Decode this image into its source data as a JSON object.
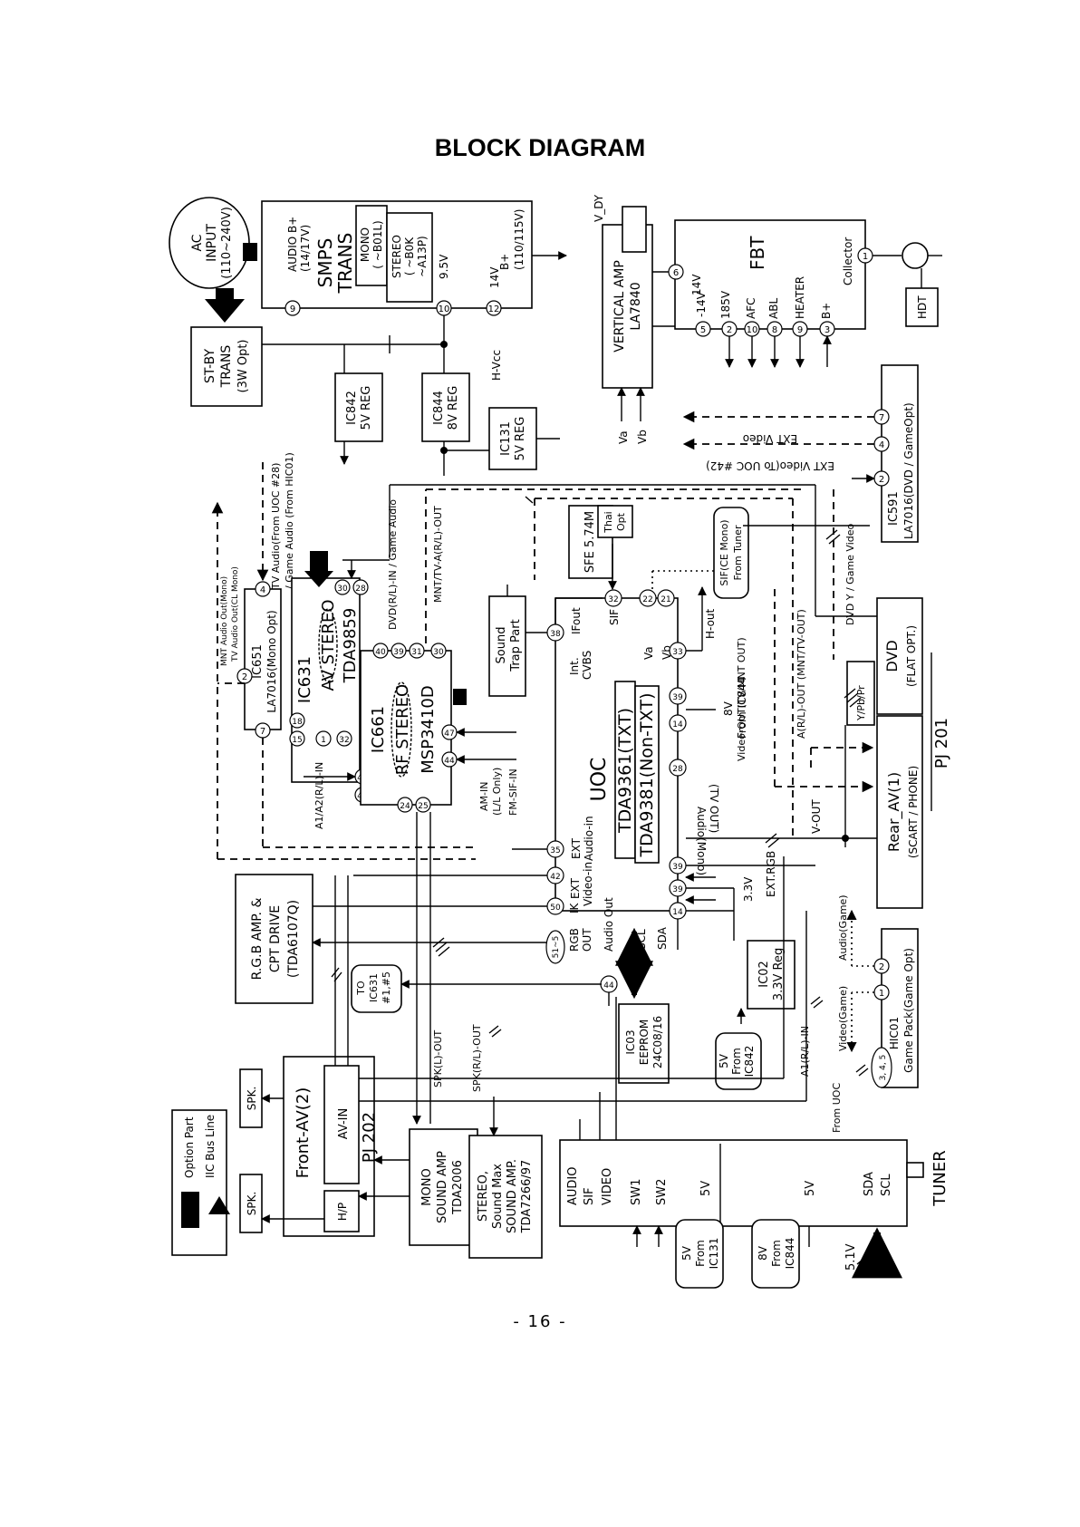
{
  "title": "BLOCK DIAGRAM",
  "page_number": "- 16 -",
  "blocks": {
    "ac_input": [
      "AC",
      "INPUT",
      "(110~240V)"
    ],
    "st_by_trans": [
      "ST-BY",
      "TRANS",
      "(3W Opt)"
    ],
    "smps": [
      "SMPS",
      "TRANS"
    ],
    "smps_mono": [
      "MONO",
      "( ~B01L)"
    ],
    "smps_stereo": [
      "STEREO",
      "( ~B0K",
      "~A13P)"
    ],
    "ic842": [
      "IC842",
      "5V REG"
    ],
    "ic844": [
      "IC844",
      "8V REG"
    ],
    "ic131": [
      "IC131",
      "5V REG"
    ],
    "vertical_amp": [
      "VERTICAL AMP",
      "LA7840"
    ],
    "fbt": "FBT",
    "hdt": "HDT",
    "ic591": [
      "IC591",
      "LA7016(DVD / GameOpt)"
    ],
    "ic651": [
      "IC651",
      "LA7016(Mono Opt)"
    ],
    "ic631": [
      "IC631",
      "AV STEREO",
      "TDA9859"
    ],
    "ic661": [
      "IC661",
      "RF STEREO",
      "MSP3410D"
    ],
    "sound_trap": [
      "Sound",
      "Trap Part"
    ],
    "sfe": "SFE 5.74M",
    "thai": [
      "Thai",
      "Opt"
    ],
    "sif_ce": [
      "SIF(CE Mono)",
      "From Tuner"
    ],
    "uoc": [
      "UOC",
      "TDA9361(TXT)",
      "TDA9381(Non-TXT)"
    ],
    "rgb_amp": [
      "R.G.B AMP. &",
      "CPT DRIVE",
      "(TDA6107Q)"
    ],
    "to_ic631": [
      "TO",
      "IC631",
      "#1,#5"
    ],
    "ic03": [
      "IC03",
      "EEPROM",
      "24C08/16"
    ],
    "ic02": [
      "IC02",
      "3.3V Reg"
    ],
    "v5_ic842": [
      "5V",
      "From",
      "IC842"
    ],
    "hic01": [
      "HIC01",
      "Game Pack(Game Opt)"
    ],
    "dvd": [
      "DVD",
      "(FLAT OPT.)"
    ],
    "rear_av": [
      "Rear_AV(1)",
      "(SCART / PHONE)"
    ],
    "pj201": "PJ 201",
    "ypbpr": "Y/Pb/Pr",
    "front_av": "Front-AV(2)",
    "av_in": "AV-IN",
    "pj202": "PJ 202",
    "hp": "H/P",
    "spk1": "SPK.",
    "spk2": "SPK.",
    "mono_amp": [
      "MONO",
      "SOUND AMP",
      "TDA2006"
    ],
    "stereo_amp": [
      "STEREO,",
      "Sound Max",
      "SOUND AMP.",
      "TDA7266/97"
    ],
    "tuner": "TUNER",
    "tuner_pins_left": [
      "AUDIO",
      "SIF",
      "VIDEO",
      "SW1",
      "SW2",
      "5V"
    ],
    "tuner_pins_right": [
      "5V",
      "SDA",
      "SCL"
    ],
    "v5_ic131": [
      "5V",
      "From",
      "IC131"
    ],
    "v8_ic844": [
      "8V",
      "From",
      "IC844"
    ],
    "v51": "5.1V",
    "legend": [
      "Option Part",
      "IIC Bus Line"
    ]
  },
  "pins": {
    "smps": [
      "9",
      "10",
      "12"
    ],
    "vert": [
      "6",
      "5"
    ],
    "fbt": [
      "2",
      "10",
      "8",
      "9",
      "3",
      "1"
    ],
    "ic591": [
      "7",
      "4",
      "2"
    ],
    "ic651": [
      "4",
      "2",
      "7"
    ],
    "ic631": [
      "30",
      "28",
      "15",
      "18",
      "1",
      "32",
      "41",
      "42"
    ],
    "ic661": [
      "40",
      "39",
      "31",
      "30",
      "47",
      "44",
      "24",
      "25"
    ],
    "uoc": [
      "38",
      "32",
      "22",
      "21",
      "33",
      "39",
      "14",
      "28",
      "35",
      "42",
      "50",
      "51~5",
      "44",
      "39",
      "39",
      "14"
    ],
    "hic01": [
      "1",
      "2",
      "3, 4, 5"
    ]
  },
  "labels": {
    "audio_b": [
      "AUDIO B+",
      "(14/17V)"
    ],
    "v95": "9.5V",
    "v14": "14V",
    "bplus": [
      "B+",
      "(110/115V)"
    ],
    "hvcc": "H-Vcc",
    "vdy": "V_DY",
    "va": "Va",
    "vb": "Vb",
    "vert_14v": "14V",
    "vert_m14v": "-14V",
    "fbt_pins": [
      "185V",
      "AFC",
      "ABL",
      "HEATER",
      "B+"
    ],
    "collector": "Collector",
    "ext_video": "EXT Video",
    "ext_video_uoc": "EXT Video(To UOC #42)",
    "mnt_audio": "MNT Audio Out(Mono)",
    "tv_audio_out": "TV Audio Out(CL Mono)",
    "tv_audio_uoc": "TV Audio(From UOC #28)",
    "game_audio": "/ Game Audio (From HIC01)",
    "dvd_game_audio": "DVD(R/L)-IN / Game Audio",
    "mnt_tv_a": "MNT/TV-A(R/L)-OUT",
    "a1a2_in": "A1/A2(R/L)-IN",
    "am_in": [
      "AM-IN",
      "(L/L Only)"
    ],
    "fm_sif_in": "FM-SIF-IN",
    "int_cvbs": [
      "Int.",
      "CVBS"
    ],
    "ifout": "IFout",
    "sif": "SIF",
    "h_out": "H-out",
    "ext_audio_in": [
      "EXT",
      "Audio-in"
    ],
    "ext_video_in": [
      "EXT",
      "Video-in"
    ],
    "ik": "IK",
    "rgb_out": [
      "RGB",
      "OUT"
    ],
    "audio_out": "Audio Out",
    "scl": "SCL",
    "sda": "SDA",
    "v8_from": [
      "8V",
      "From IC844"
    ],
    "v33": "3.3V",
    "ext_rgb": "EXT.RGB",
    "audio_mono_tvout": [
      "Audio(Mono)",
      "(TV OUT)"
    ],
    "video_out_tv": "Video-OUT(TV/MNT OUT)",
    "a_rl_out": "A(R/L)-OUT (MNT/TV-OUT)",
    "v_out": "V-OUT",
    "dvd_y_game": "DVD Y / Game Video",
    "video_game": "Video(Game)",
    "audio_game": "Audio(Game)",
    "a1_rl_in": "A1(R/L)-IN",
    "from_uoc": "From UOC",
    "spk_l_out": "SPK(L)-OUT",
    "spk_rl_out": "SPK(R/L)-OUT"
  }
}
